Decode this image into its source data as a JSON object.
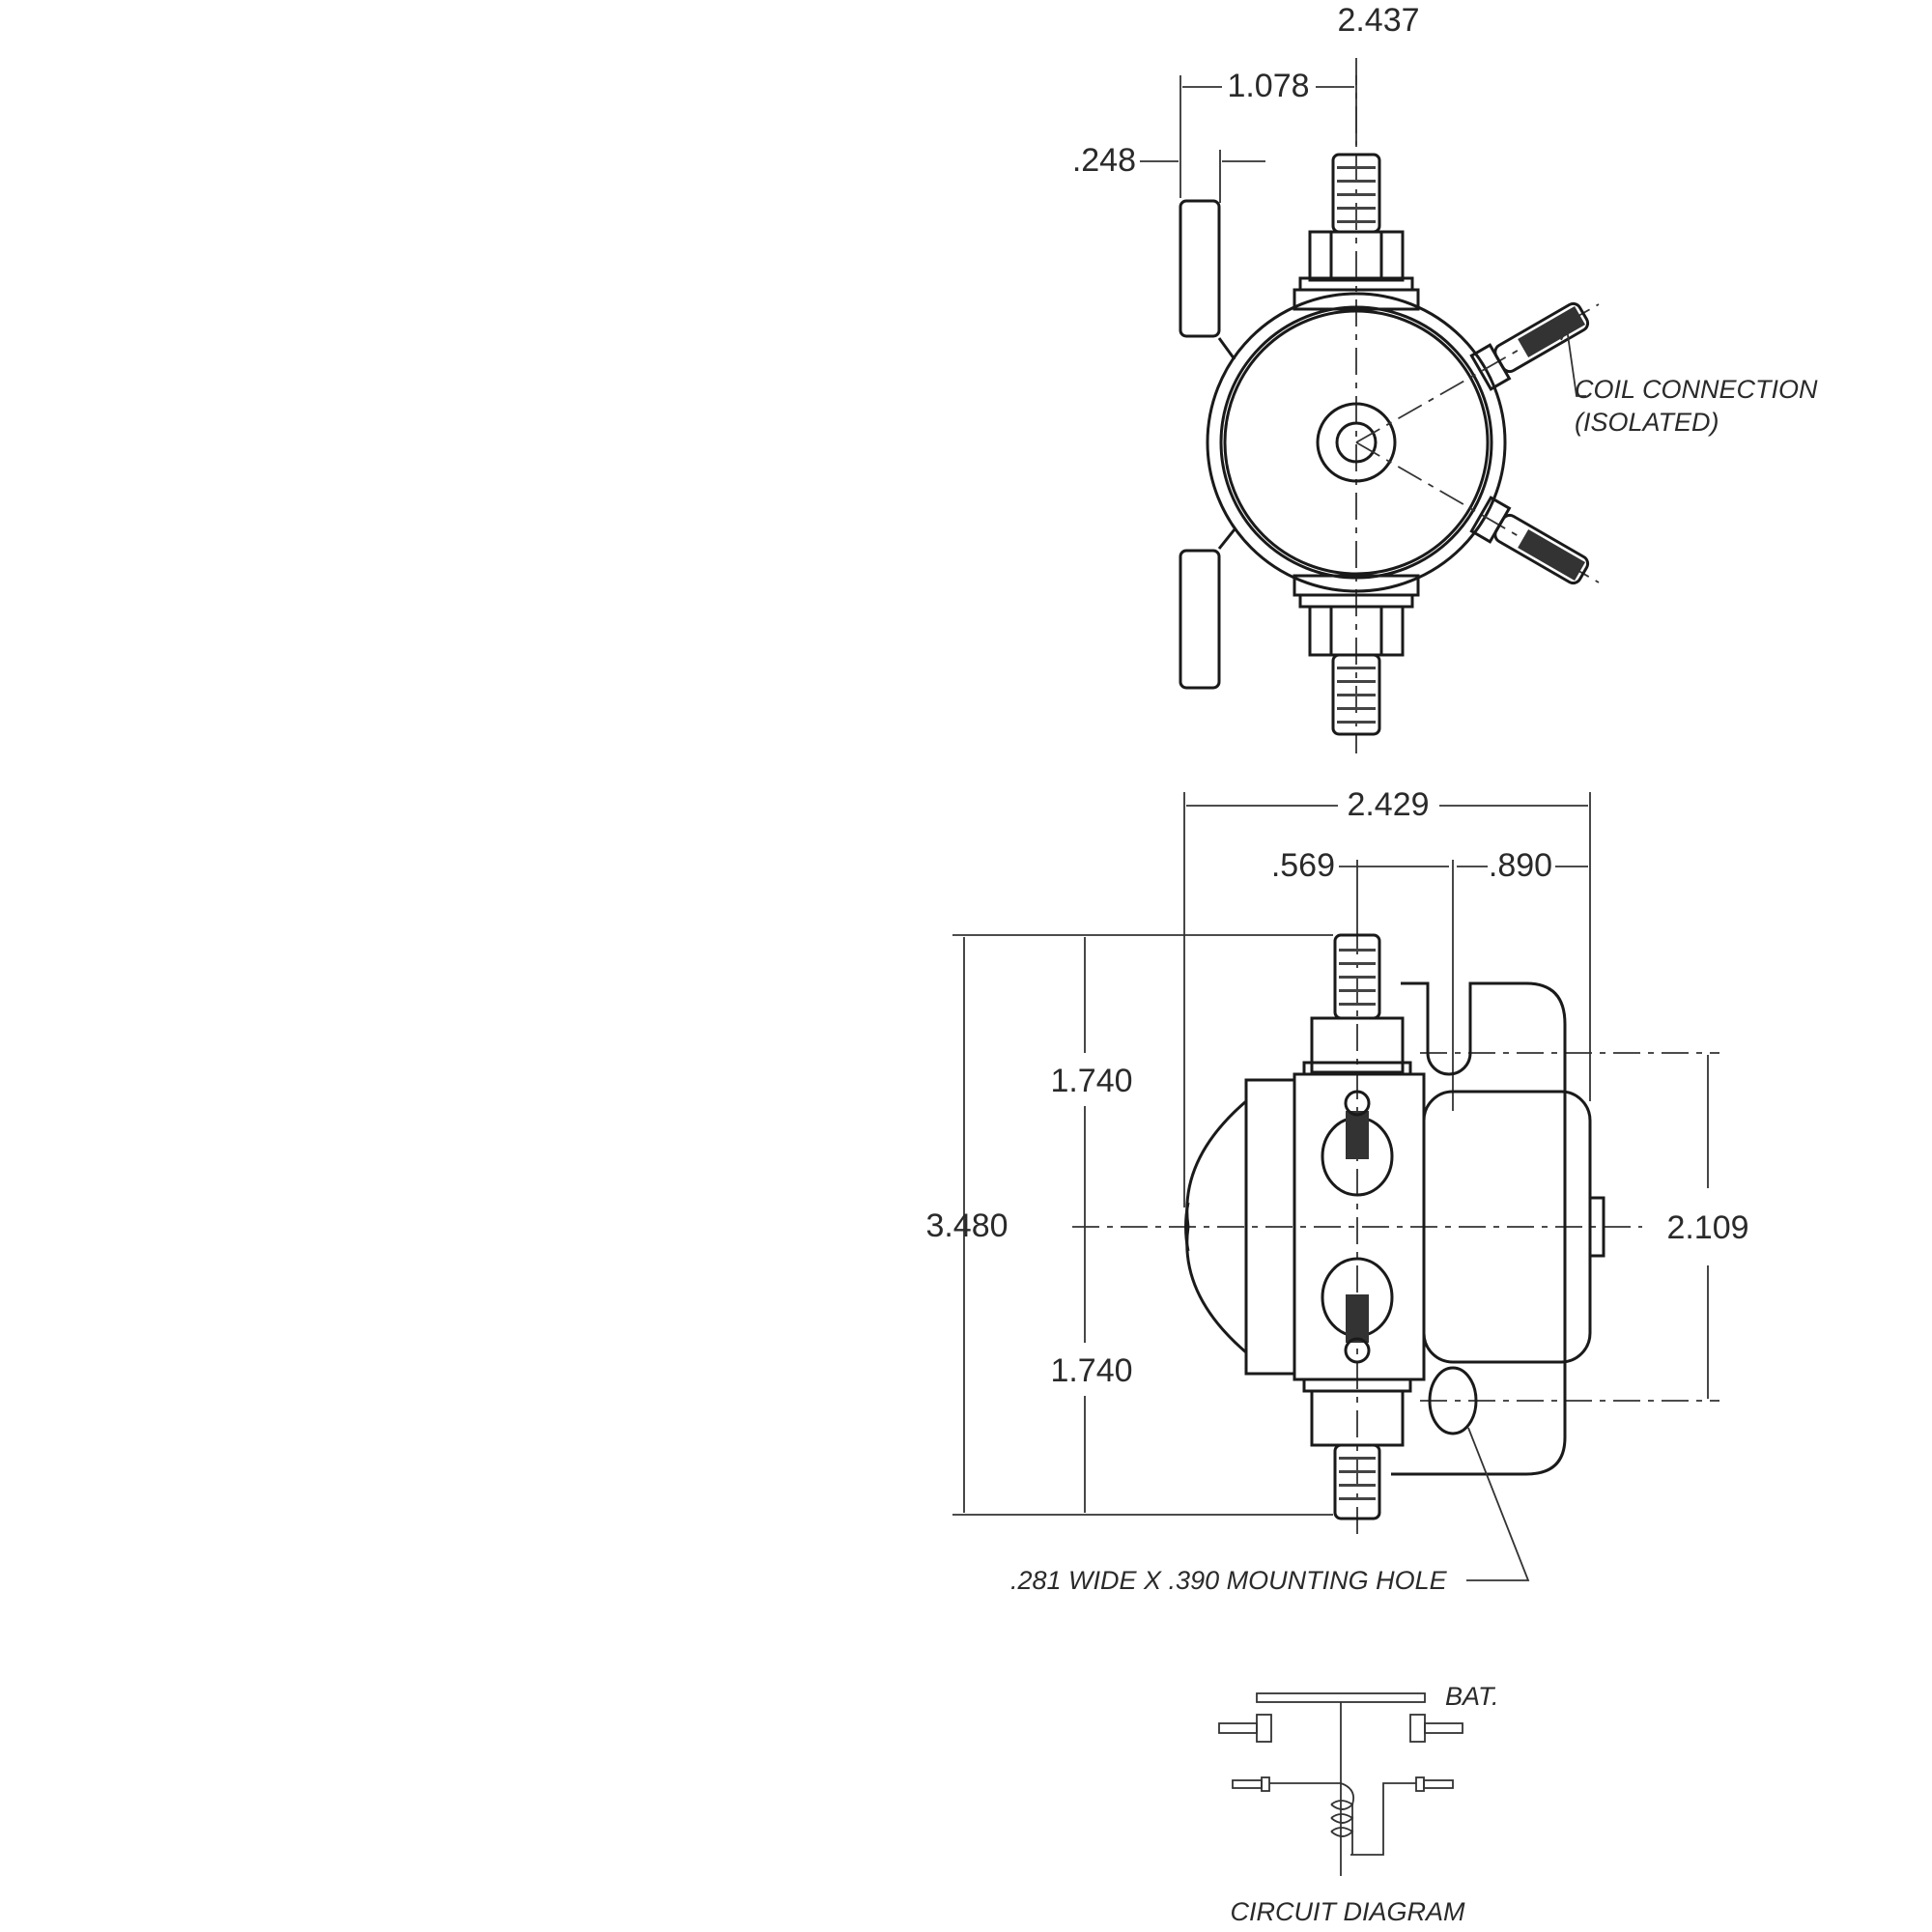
{
  "drawing": {
    "top_view": {
      "dims": {
        "overall_width": "2.437",
        "bracket_offset": "1.078",
        "bracket_thickness": ".248"
      },
      "note_line1": "COIL CONNECTION",
      "note_line2": "(ISOLATED)"
    },
    "side_view": {
      "dims": {
        "overall_width": "2.429",
        "stud_offset": ".569",
        "hole_offset": ".890",
        "overall_height": "3.480",
        "upper_half": "1.740",
        "lower_half": "1.740",
        "hole_spacing": "2.109"
      },
      "hole_note": ".281 WIDE X .390 MOUNTING HOLE"
    },
    "circuit": {
      "bat_label": "BAT.",
      "title": "CIRCUIT DIAGRAM"
    }
  }
}
